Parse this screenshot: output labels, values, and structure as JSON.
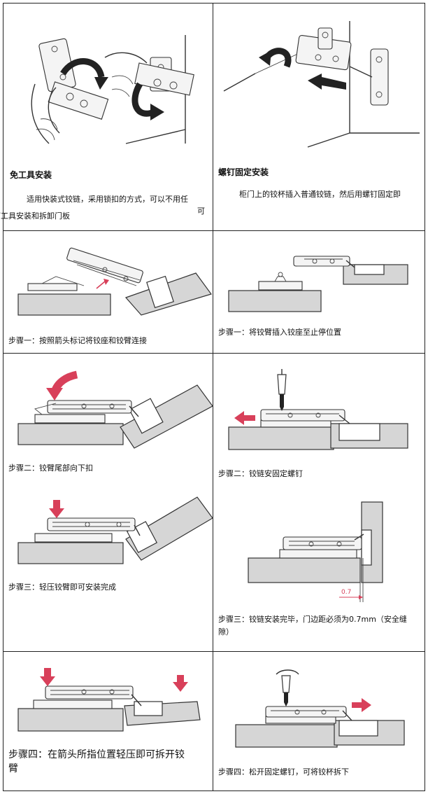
{
  "cells": {
    "tool_free": {
      "title": "免工具安装",
      "desc_line1": "适用快装式铰链，采用锁扣的方式，可以不用任",
      "desc_line2": "何工具安装和拆卸门板"
    },
    "screw_fixed": {
      "title": "螺钉固定安装",
      "desc_line1": "柜门上的铰杯插入普通铰链，然后用螺钉固定即",
      "desc_line2": "可"
    },
    "left_steps": {
      "step1": "步骤一：按照箭头标记将铰座和铰臂连接",
      "step2": "步骤二：铰臂尾部向下扣",
      "step3": "步骤三：轻压铰臂即可安装完成",
      "step4_line1": "步骤四：在箭头所指位置轻压即可拆开铰",
      "step4_line2": "臂"
    },
    "right_steps": {
      "step1": "步骤一：将铰臂插入铰座至止停位置",
      "step2": "步骤二：铰链安固定螺钉",
      "step3_line1": "步骤三：铰链安装完毕，门边距必须为0.7mm（安全缝",
      "step3_line2": "隙）",
      "step4": "步骤四：松开固定螺钉，可将铰杯拆下"
    },
    "gap_label": "0.7"
  },
  "colors": {
    "arrow_red": "#d8405a",
    "arrow_black": "#222222",
    "slab_gray": "#d6d6d6",
    "grid_line": "#222222"
  }
}
